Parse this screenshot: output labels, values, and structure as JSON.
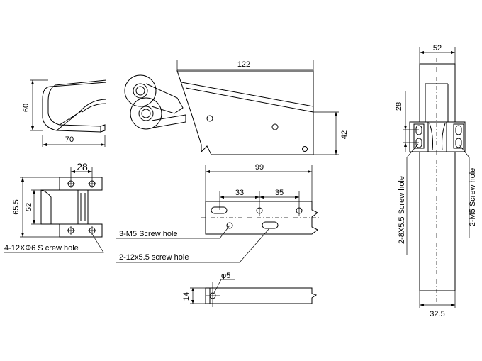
{
  "dimensions": {
    "hook_height": "60",
    "hook_width": "70",
    "body_length": "122",
    "body_height": "42",
    "base_pitch": "28",
    "base_total_height": "65.5",
    "base_inner_height": "52",
    "plate_length": "99",
    "hole_pitch_a": "33",
    "hole_pitch_b": "35",
    "strip_hole_dia": "φ5",
    "strip_height": "14",
    "side_width_top": "52",
    "side_slot_pitch": "28",
    "side_width_bottom": "32.5"
  },
  "labels": {
    "base_holes": "4-12XΦ6  S crew hole",
    "plate_m5": "3-M5  Screw hole",
    "plate_slots": "2-12x5.5  screw hole",
    "side_slots": "2-8X5.5  Screw hole",
    "side_m5": "2-M5  Screw hole"
  }
}
